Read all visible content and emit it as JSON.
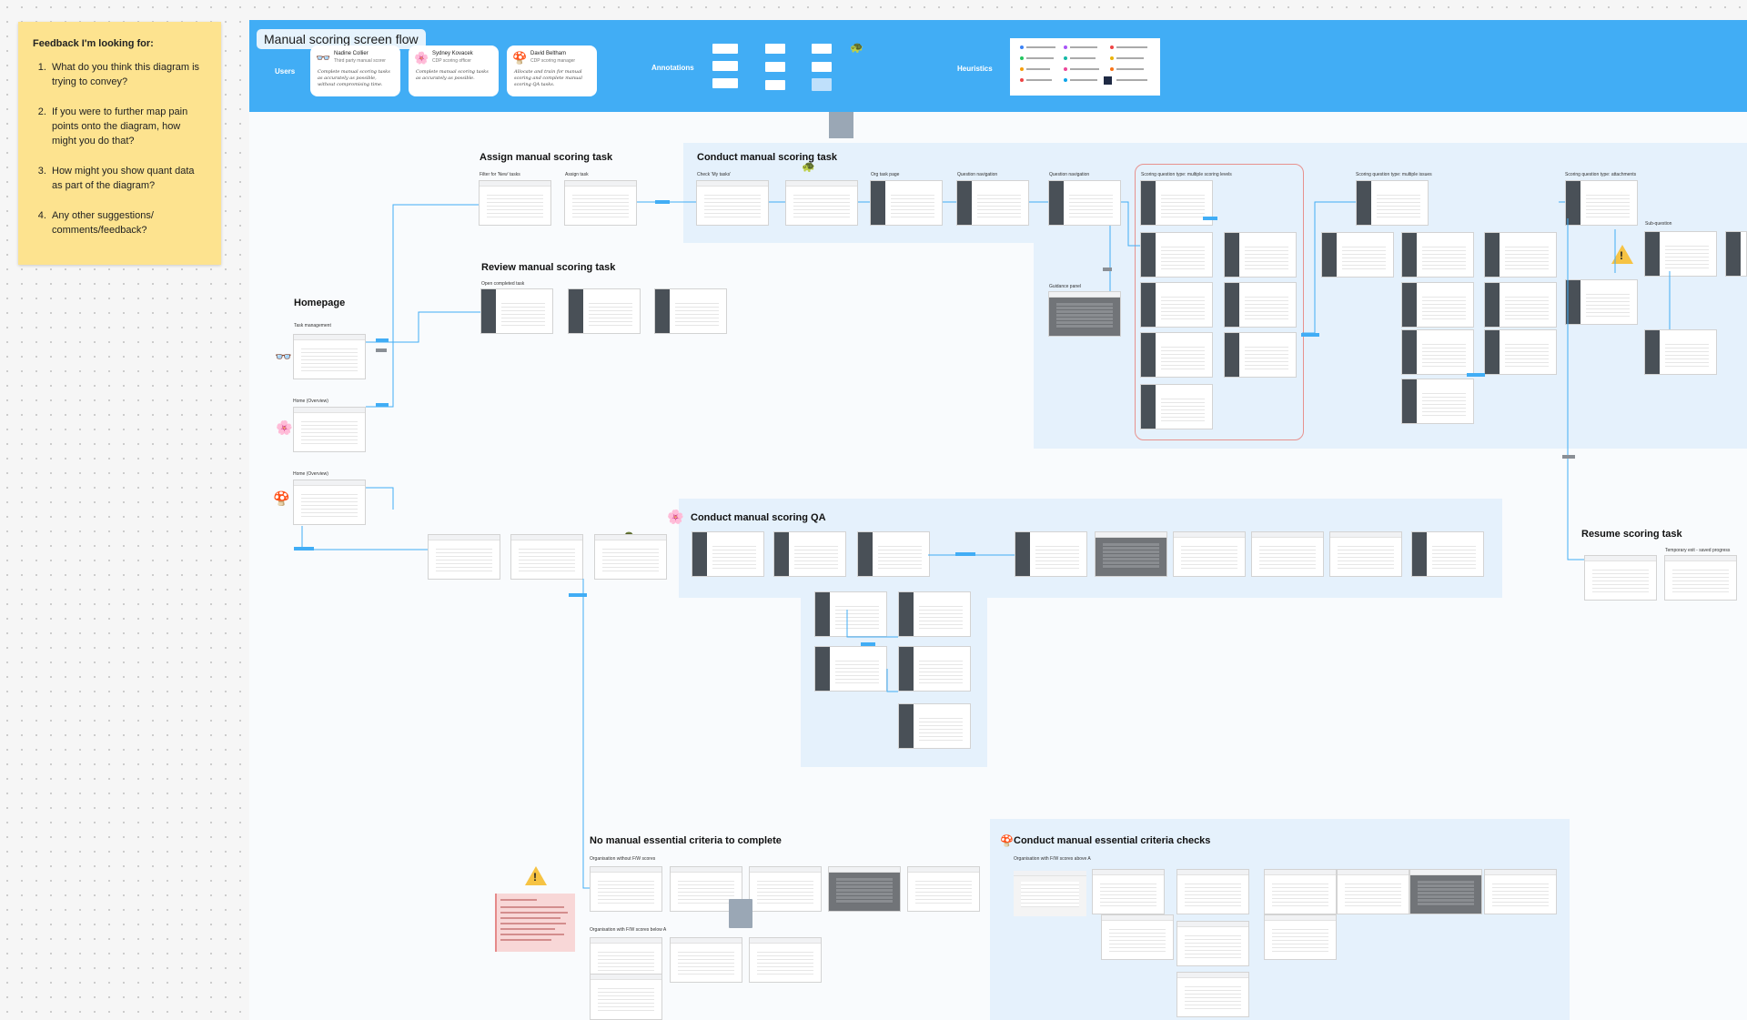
{
  "feedback": {
    "heading": "Feedback I'm looking for:",
    "questions": [
      "What do you think this diagram is trying to convey?",
      "If you were to further map pain points onto the diagram, how might you do that?",
      "How might you show quant data as part of the diagram?",
      "Any other suggestions/ comments/feedback?"
    ]
  },
  "header": {
    "title": "Manual scoring screen flow",
    "users_label": "Users",
    "annotations_label": "Annotations",
    "heuristics_label": "Heuristics",
    "users": [
      {
        "name": "Nadine Collier",
        "role": "Third party manual scorer",
        "desc": "Complete manual scoring tasks as accurately as possible, without compromising time.",
        "icon": "sunglasses-icon"
      },
      {
        "name": "Sydney Kovacek",
        "role": "CDP scoring officer",
        "desc": "Complete manual scoring tasks as accurately as possible.",
        "icon": "flower-icon"
      },
      {
        "name": "David Beltham",
        "role": "CDP scoring manager",
        "desc": "Allocate and train for manual scoring and complete manual scoring QA tasks.",
        "icon": "mushroom-icon"
      }
    ]
  },
  "sections": {
    "assign": {
      "title": "Assign manual scoring task",
      "labels": [
        "Filter for 'New' tasks",
        "Assign task"
      ]
    },
    "conduct": {
      "title": "Conduct manual scoring task",
      "labels": [
        "Check 'My tasks'",
        "Org task page",
        "Question navigation",
        "Question navigation",
        "Scoring question type: multiple scoring levels",
        "Scoring question type: multiple issues",
        "Scoring question type: attachments",
        "Sub-question",
        "Guidance panel"
      ]
    },
    "review": {
      "title": "Review manual scoring task",
      "labels": [
        "Open completed task"
      ]
    },
    "homepage": {
      "title": "Homepage",
      "labels": [
        "Task management",
        "Home (Overview)",
        "Home (Overview)"
      ]
    },
    "qa": {
      "title": "Conduct manual scoring QA"
    },
    "resume": {
      "title": "Resume scoring task",
      "labels": [
        "Temporary exit - saved progress"
      ]
    },
    "no_essential": {
      "title": "No manual essential criteria to complete",
      "labels": [
        "Organisation without F/W scores",
        "Organisation with F/W scores below A"
      ]
    },
    "essential_checks": {
      "title": "Conduct manual essential criteria checks",
      "labels": [
        "Organisation with F/W scores above A"
      ]
    }
  },
  "colors": {
    "header": "#41adf5",
    "region": "#e5f1fc",
    "sticky": "#fde38f",
    "connector": "#41adf5",
    "highlight_border": "#e7928e"
  }
}
